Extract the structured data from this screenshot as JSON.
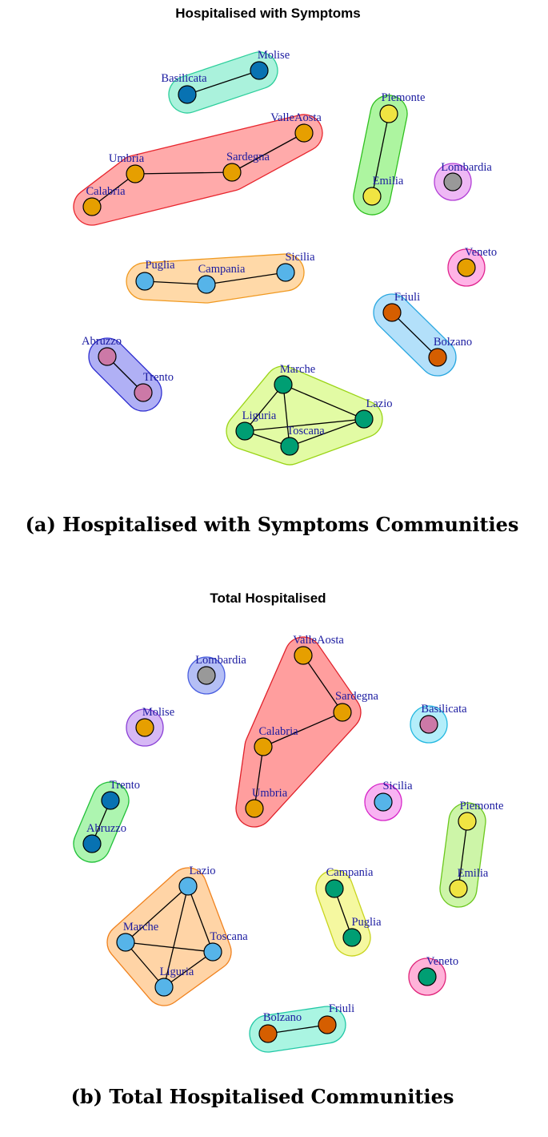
{
  "panels": [
    {
      "title": "Hospitalised with Symptoms",
      "caption": "(a) Hospitalised with Symptoms Communities",
      "communities": [
        {
          "members": [
            "Basilicata",
            "Molise"
          ],
          "fill": "#aaf2dc",
          "stroke": "#2ecf9c"
        },
        {
          "members": [
            "Calabria",
            "Umbria",
            "Sardegna",
            "ValleAosta"
          ],
          "fill": "#ffaaaa",
          "stroke": "#e8262e"
        },
        {
          "members": [
            "Piemonte",
            "Emilia"
          ],
          "fill": "#adf5a0",
          "stroke": "#30c020"
        },
        {
          "members": [
            "Lombardia"
          ],
          "fill": "#eeb8f5",
          "stroke": "#b23fd6"
        },
        {
          "members": [
            "Puglia",
            "Campania",
            "Sicilia"
          ],
          "fill": "#ffd9a8",
          "stroke": "#f09a22"
        },
        {
          "members": [
            "Veneto"
          ],
          "fill": "#ffb3e6",
          "stroke": "#e0248f"
        },
        {
          "members": [
            "Friuli",
            "Bolzano"
          ],
          "fill": "#b3e0fa",
          "stroke": "#2aa7e0"
        },
        {
          "members": [
            "Abruzzo",
            "Trento"
          ],
          "fill": "#b0b0f5",
          "stroke": "#3030d0"
        },
        {
          "members": [
            "Marche",
            "Lazio",
            "Liguria",
            "Toscana"
          ],
          "fill": "#e2fba4",
          "stroke": "#9ad416"
        }
      ],
      "nodes": [
        {
          "name": "Basilicata",
          "color": "#0872b2"
        },
        {
          "name": "Molise",
          "color": "#0872b2"
        },
        {
          "name": "ValleAosta",
          "color": "#e69f00"
        },
        {
          "name": "Sardegna",
          "color": "#e69f00"
        },
        {
          "name": "Umbria",
          "color": "#e69f00"
        },
        {
          "name": "Calabria",
          "color": "#e69f00"
        },
        {
          "name": "Piemonte",
          "color": "#f0e442"
        },
        {
          "name": "Emilia",
          "color": "#f0e442"
        },
        {
          "name": "Lombardia",
          "color": "#999999"
        },
        {
          "name": "Puglia",
          "color": "#56b4e9"
        },
        {
          "name": "Campania",
          "color": "#56b4e9"
        },
        {
          "name": "Sicilia",
          "color": "#56b4e9"
        },
        {
          "name": "Veneto",
          "color": "#e69f00"
        },
        {
          "name": "Friuli",
          "color": "#d55e00"
        },
        {
          "name": "Bolzano",
          "color": "#d55e00"
        },
        {
          "name": "Abruzzo",
          "color": "#cc79a7"
        },
        {
          "name": "Trento",
          "color": "#cc79a7"
        },
        {
          "name": "Marche",
          "color": "#009e73"
        },
        {
          "name": "Liguria",
          "color": "#009e73"
        },
        {
          "name": "Toscana",
          "color": "#009e73"
        },
        {
          "name": "Lazio",
          "color": "#009e73"
        }
      ],
      "edges": [
        [
          "Basilicata",
          "Molise"
        ],
        [
          "Calabria",
          "Umbria"
        ],
        [
          "Umbria",
          "Sardegna"
        ],
        [
          "Sardegna",
          "ValleAosta"
        ],
        [
          "Piemonte",
          "Emilia"
        ],
        [
          "Puglia",
          "Campania"
        ],
        [
          "Campania",
          "Sicilia"
        ],
        [
          "Friuli",
          "Bolzano"
        ],
        [
          "Abruzzo",
          "Trento"
        ],
        [
          "Marche",
          "Liguria"
        ],
        [
          "Marche",
          "Toscana"
        ],
        [
          "Marche",
          "Lazio"
        ],
        [
          "Liguria",
          "Toscana"
        ],
        [
          "Liguria",
          "Lazio"
        ],
        [
          "Toscana",
          "Lazio"
        ]
      ]
    },
    {
      "title": "Total Hospitalised",
      "caption": "(b) Total Hospitalised Communities",
      "communities": [
        {
          "members": [
            "Lombardia"
          ],
          "fill": "#b5bff5",
          "stroke": "#4a5fe0"
        },
        {
          "members": [
            "ValleAosta",
            "Sardegna",
            "Calabria",
            "Umbria"
          ],
          "fill": "#ff9e9e",
          "stroke": "#e0202a"
        },
        {
          "members": [
            "Molise"
          ],
          "fill": "#d6b8f5",
          "stroke": "#8a3fd6"
        },
        {
          "members": [
            "Basilicata"
          ],
          "fill": "#b3eefa",
          "stroke": "#24b8e0"
        },
        {
          "members": [
            "Trento",
            "Abruzzo"
          ],
          "fill": "#adf5b0",
          "stroke": "#22c03a"
        },
        {
          "members": [
            "Sicilia"
          ],
          "fill": "#f8b3f2",
          "stroke": "#d624c8"
        },
        {
          "members": [
            "Piemonte",
            "Emilia"
          ],
          "fill": "#cdf5a8",
          "stroke": "#6cc81e"
        },
        {
          "members": [
            "Lazio",
            "Marche",
            "Toscana",
            "Liguria"
          ],
          "fill": "#ffd4a6",
          "stroke": "#f0821e"
        },
        {
          "members": [
            "Campania",
            "Puglia"
          ],
          "fill": "#f5f8a0",
          "stroke": "#c8d41e"
        },
        {
          "members": [
            "Veneto"
          ],
          "fill": "#ffb3d9",
          "stroke": "#e0247a"
        },
        {
          "members": [
            "Bolzano",
            "Friuli"
          ],
          "fill": "#aaf5e2",
          "stroke": "#22c8a6"
        }
      ],
      "nodes": [
        {
          "name": "ValleAosta",
          "color": "#e69f00"
        },
        {
          "name": "Sardegna",
          "color": "#e69f00"
        },
        {
          "name": "Calabria",
          "color": "#e69f00"
        },
        {
          "name": "Umbria",
          "color": "#e69f00"
        },
        {
          "name": "Lombardia",
          "color": "#999999"
        },
        {
          "name": "Molise",
          "color": "#e69f00"
        },
        {
          "name": "Basilicata",
          "color": "#cc79a7"
        },
        {
          "name": "Trento",
          "color": "#0872b2"
        },
        {
          "name": "Abruzzo",
          "color": "#0872b2"
        },
        {
          "name": "Sicilia",
          "color": "#56b4e9"
        },
        {
          "name": "Piemonte",
          "color": "#f0e442"
        },
        {
          "name": "Emilia",
          "color": "#f0e442"
        },
        {
          "name": "Lazio",
          "color": "#56b4e9"
        },
        {
          "name": "Marche",
          "color": "#56b4e9"
        },
        {
          "name": "Toscana",
          "color": "#56b4e9"
        },
        {
          "name": "Liguria",
          "color": "#56b4e9"
        },
        {
          "name": "Campania",
          "color": "#009e73"
        },
        {
          "name": "Puglia",
          "color": "#009e73"
        },
        {
          "name": "Veneto",
          "color": "#009e73"
        },
        {
          "name": "Bolzano",
          "color": "#d55e00"
        },
        {
          "name": "Friuli",
          "color": "#d55e00"
        }
      ],
      "edges": [
        [
          "ValleAosta",
          "Sardegna"
        ],
        [
          "Sardegna",
          "Calabria"
        ],
        [
          "Calabria",
          "Umbria"
        ],
        [
          "Trento",
          "Abruzzo"
        ],
        [
          "Piemonte",
          "Emilia"
        ],
        [
          "Lazio",
          "Marche"
        ],
        [
          "Lazio",
          "Toscana"
        ],
        [
          "Lazio",
          "Liguria"
        ],
        [
          "Marche",
          "Toscana"
        ],
        [
          "Marche",
          "Liguria"
        ],
        [
          "Toscana",
          "Liguria"
        ],
        [
          "Campania",
          "Puglia"
        ],
        [
          "Bolzano",
          "Friuli"
        ]
      ]
    }
  ]
}
